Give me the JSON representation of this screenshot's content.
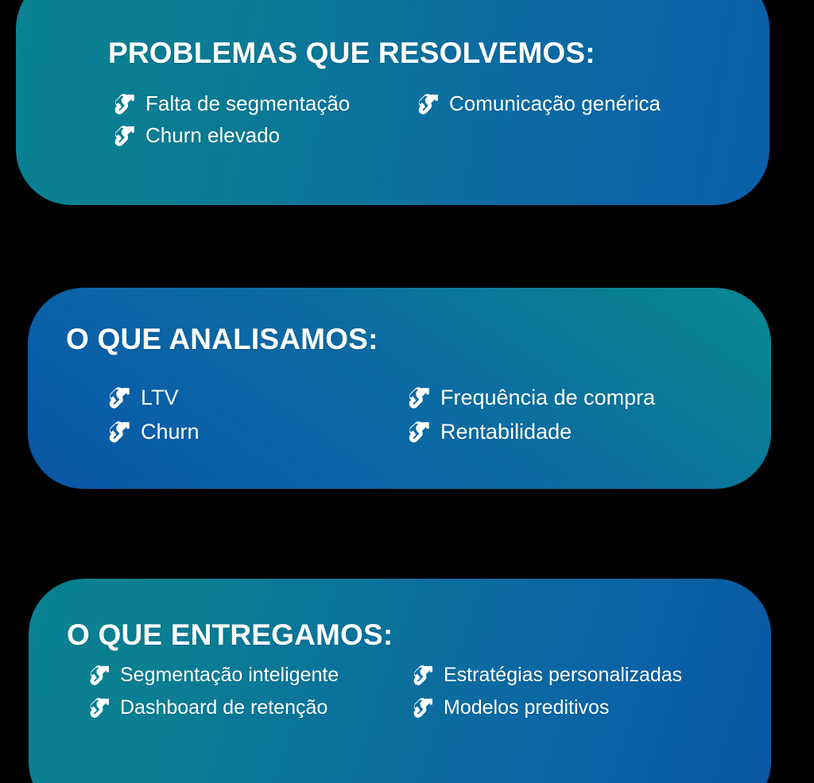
{
  "background_color": "#000000",
  "palette": {
    "teal": "#0a8291",
    "blue": "#0a5fa8",
    "text": "#ffffff"
  },
  "cards": [
    {
      "id": "problemas",
      "heading": "PROBLEMAS QUE RESOLVEMOS:",
      "gradient_from": "#0a8291",
      "gradient_to": "#0a5fa8",
      "icon": "bolt-arrow-icon",
      "items": [
        "Falta de segmentação",
        "Comunicação genérica",
        "Churn elevado"
      ]
    },
    {
      "id": "analisamos",
      "heading": "O QUE ANALISAMOS:",
      "gradient_from": "#0a5fa8",
      "gradient_to": "#0a8291",
      "icon": "bolt-arrow-icon",
      "items": [
        "LTV",
        "Frequência de compra",
        "Churn",
        "Rentabilidade"
      ]
    },
    {
      "id": "entregamos",
      "heading": "O QUE ENTREGAMOS:",
      "gradient_from": "#0a8291",
      "gradient_to": "#0a5fa8",
      "icon": "bolt-arrow-icon",
      "items": [
        "Segmentação inteligente",
        "Estratégias personalizadas",
        "Dashboard de retenção",
        "Modelos preditivos"
      ]
    }
  ]
}
